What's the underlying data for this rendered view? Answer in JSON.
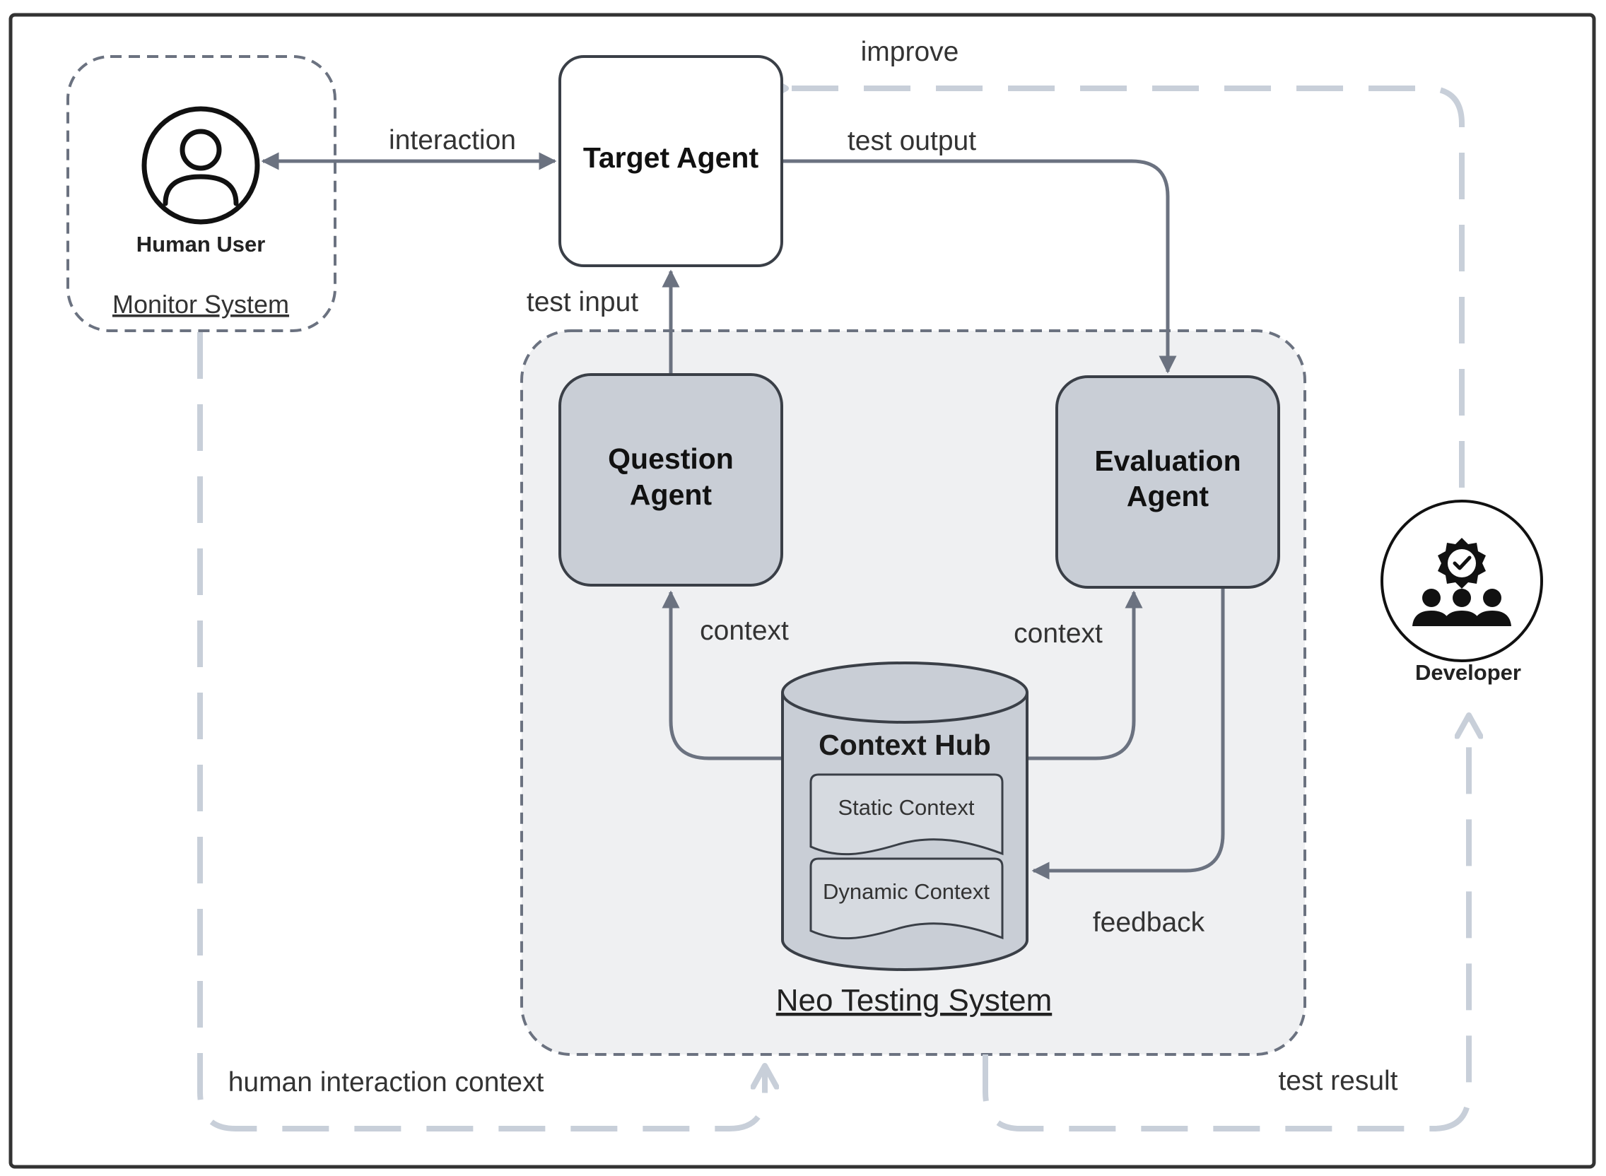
{
  "diagram": {
    "nodes": {
      "human_user": "Human User",
      "monitor_system": "Monitor System",
      "target_agent": "Target Agent",
      "question_agent": [
        "Question",
        "Agent"
      ],
      "evaluation_agent": [
        "Evaluation",
        "Agent"
      ],
      "context_hub": "Context Hub",
      "static_context": "Static Context",
      "dynamic_context": "Dynamic Context",
      "neo_testing_system": "Neo Testing System",
      "developer": "Developer"
    },
    "edges": {
      "interaction": "interaction",
      "test_output": "test output",
      "test_input": "test input",
      "improve": "improve",
      "context_left": "context",
      "context_right": "context",
      "feedback": "feedback",
      "human_interaction_context": "human interaction context",
      "test_result": "test result"
    },
    "icons": {
      "human_user": "user-icon",
      "developer": "team-badge-icon"
    },
    "colors": {
      "agent_fill": "#c9ced6",
      "system_fill": "#eff0f2",
      "arrow": "#6b7280",
      "dashed_flow": "#c8cfd9",
      "border": "#333333"
    }
  }
}
